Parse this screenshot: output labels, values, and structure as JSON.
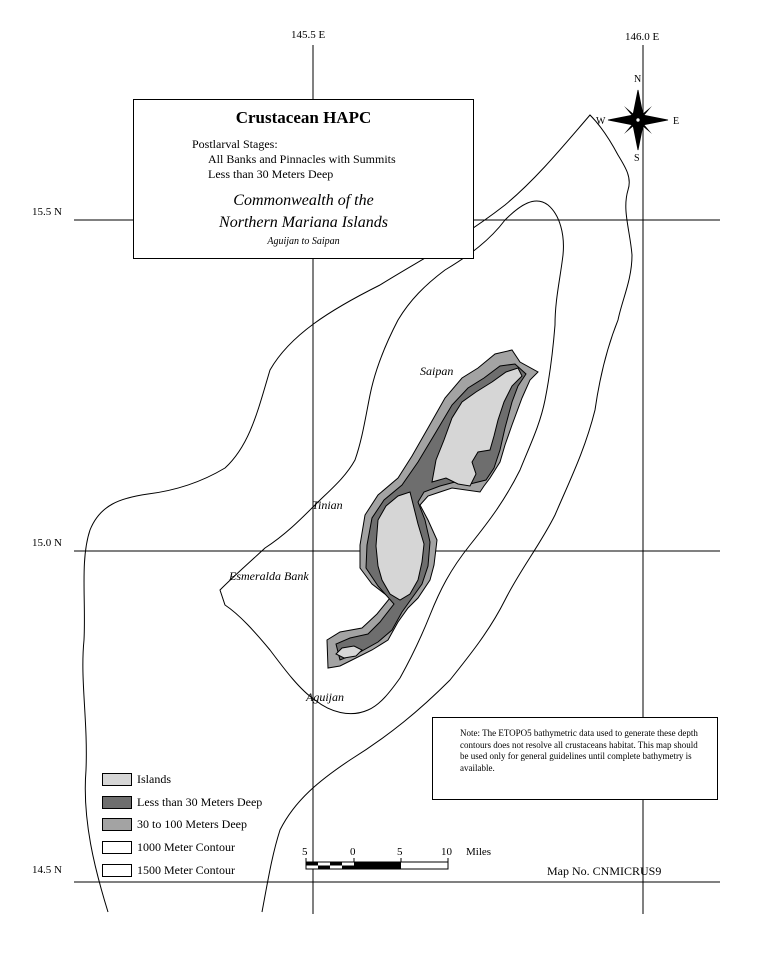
{
  "title": {
    "main": "Crustacean HAPC",
    "sub1": "Postlarval Stages:",
    "sub2": "All Banks and Pinnacles with Summits",
    "sub3": "Less than 30 Meters Deep",
    "region1": "Commonwealth of the",
    "region2": "Northern Mariana Islands",
    "extent": "Aguijan to Saipan"
  },
  "coordinates": {
    "lon_left": "145.5 E",
    "lon_right": "146.0 E",
    "lat_top": "15.5 N",
    "lat_mid": "15.0 N",
    "lat_bottom": "14.5 N"
  },
  "compass": {
    "n": "N",
    "s": "S",
    "e": "E",
    "w": "W"
  },
  "places": {
    "saipan": "Saipan",
    "tinian": "Tinian",
    "esmeralda": "Esmeralda Bank",
    "aguijan": "Aguijan"
  },
  "note": "Note:  The ETOPO5 bathymetric data used to generate these depth contours does not resolve all crustaceans habitat.  This map should be used only for general guidelines until complete bathymetry is available.",
  "legend": [
    {
      "label": "Islands",
      "color": "#d6d6d6"
    },
    {
      "label": "Less than 30 Meters Deep",
      "color": "#6e6e6e"
    },
    {
      "label": "30 to 100 Meters Deep",
      "color": "#a3a3a3"
    },
    {
      "label": "1000 Meter Contour",
      "color": "#ffffff"
    },
    {
      "label": "1500 Meter Contour",
      "color": "#ffffff"
    }
  ],
  "scale": {
    "t1": "5",
    "t2": "0",
    "t3": "5",
    "t4": "10",
    "unit": "Miles"
  },
  "map_no": "Map No. CNMICRUS9",
  "colors": {
    "island": "#d6d6d6",
    "shallow": "#6e6e6e",
    "mid": "#a3a3a3",
    "line": "#000000"
  }
}
